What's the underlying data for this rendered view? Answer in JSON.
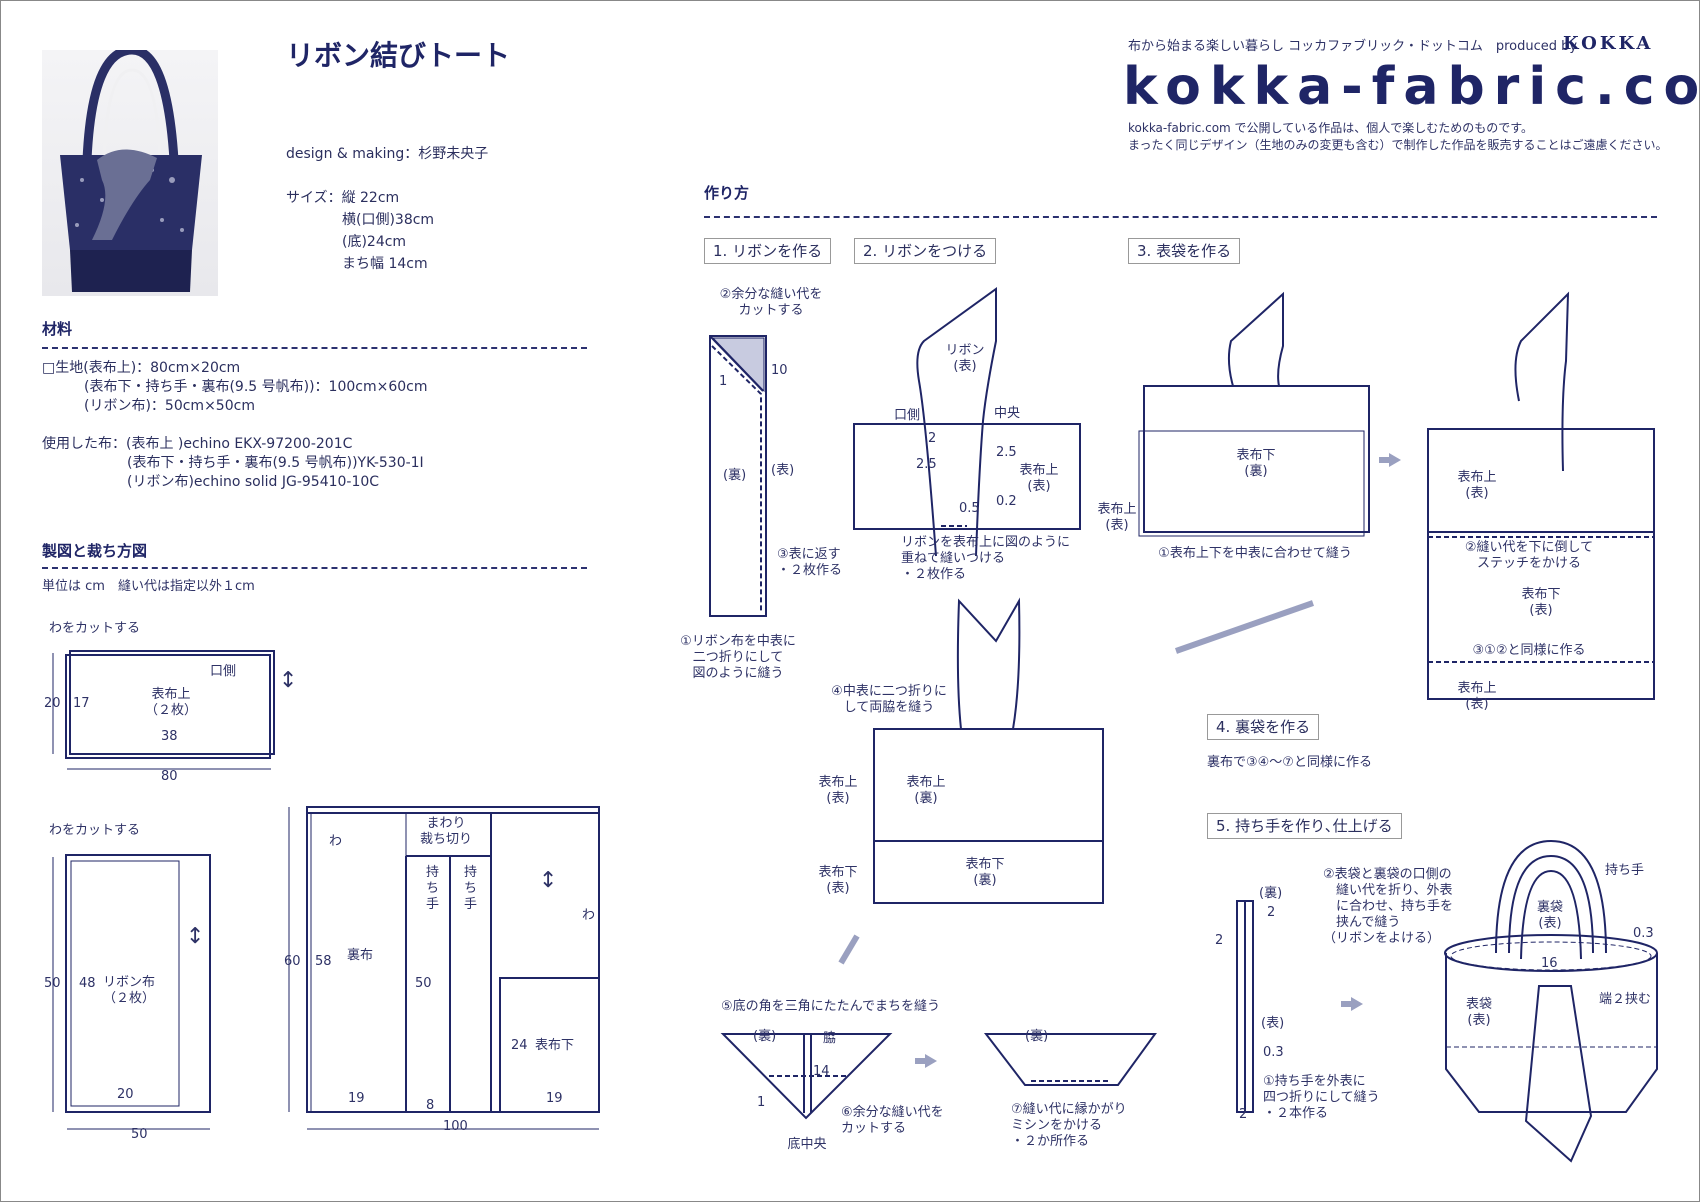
{
  "header": {
    "title": "リボン結びトート",
    "tagline": "布から始まる楽しい暮らし コッカファブリック・ドットコム　produced by",
    "brand": "KOKKA",
    "logo": "kokka-fabric.com",
    "notice_1": "kokka-fabric.com で公開している作品は、個人で楽しむためのものです。",
    "notice_2": "まったく同じデザイン（生地のみの変更も含む）で制作した作品を販売することはご遠慮ください。"
  },
  "info": {
    "design": "design & making：杉野未央子",
    "size_label": "サイズ：縦 22cm",
    "size_2": "横(口側)38cm",
    "size_3": "(底)24cm",
    "size_4": "まち幅 14cm"
  },
  "materials": {
    "heading": "材料",
    "line_1": "□生地(表布上)：80cm×20cm",
    "line_2": "(表布下・持ち手・裏布(9.5 号帆布))：100cm×60cm",
    "line_3": "(リボン布)：50cm×50cm",
    "used_1": "使用した布：(表布上 )echino EKX-97200-201C",
    "used_2": "(表布下・持ち手・裏布(9.5 号帆布))YK-530-1I",
    "used_3": "(リボン布)echino solid JG-95410-10C"
  },
  "pattern": {
    "heading": "製図と裁ち方図",
    "unit_note": "単位は cm　縫い代は指定以外１cm",
    "cut_fold_1": "わをカットする",
    "kuchigawa": "口側",
    "omote_ue": "表布上\n（２枚）",
    "d20": "20",
    "d17": "17",
    "d38": "38",
    "d80": "80",
    "cut_fold_2": "わをカットする",
    "d50a": "50",
    "d48": "48",
    "ribbon": "リボン布\n（２枚）",
    "d20b": "20",
    "d50b": "50",
    "mawari": "まわり\n裁ち切り",
    "d60": "60",
    "d58": "58",
    "urafu": "裏布",
    "wa1": "わ",
    "d50c": "50",
    "mochite_1": "持\nち\n手",
    "mochite_2": "持\nち\n手",
    "wa2": "わ",
    "d24": "24",
    "omote_shita": "表布下",
    "d19a": "19",
    "d8": "8",
    "d19b": "19",
    "d100": "100",
    "arrow": "↕"
  },
  "howto": {
    "heading": "作り方",
    "step1": "1. リボンを作る",
    "step2": "2. リボンをつける",
    "step3": "3. 表袋を作る",
    "step4": "4. 裏袋を作る",
    "step5": "5. 持ち手を作り､仕上げる",
    "s1_cut": "②余分な縫い代を\nカットする",
    "s1_1": "1",
    "s1_10": "10",
    "s1_ura": "(裏)",
    "s1_omote": "(表)",
    "s1_turn": "③表に返す\n・２枚作る",
    "s1_fold": "①リボン布を中表に\n二つ折りにして\n図のように縫う",
    "s2_ribbon": "リボン\n(表)",
    "s2_kuchi": "口側",
    "s2_center": "中央",
    "s2_2": "2",
    "s2_25a": "2.5",
    "s2_25b": "2.5",
    "s2_omote": "表布上\n(表)",
    "s2_02": "0.2",
    "s2_05": "0.5",
    "s2_note": "リボンを表布上に図のように\n重ねて縫いつける\n・２枚作る",
    "s3_shita": "表布下\n(裏)",
    "s3_ue": "表布上\n(表)",
    "s3_note1": "①表布上下を中表に合わせて縫う",
    "s3_ue2": "表布上\n(表)",
    "s3_note2": "②縫い代を下に倒して\nステッチをかける",
    "s3_shita2": "表布下\n(表)",
    "s3_note3": "③①②と同様に作る",
    "s3_ue3": "表布上\n(表)",
    "s3_note4": "④中表に二つ折りに\nして両脇を縫う",
    "s3_a": "表布上\n(表)",
    "s3_b": "表布上\n(裏)",
    "s3_c": "表布下\n(表)",
    "s3_d": "表布下\n(裏)",
    "s3_note5": "⑤底の角を三角にたたんでまちを縫う",
    "s3_ura1": "(裏)",
    "s3_waki": "脇",
    "s3_14": "14",
    "s3_1": "1",
    "s3_note6": "⑥余分な縫い代を\nカットする",
    "s3_bottom": "底中央",
    "s3_ura2": "(裏)",
    "s3_note7": "⑦縫い代に縁かがり\nミシンをかける\n・２か所作る",
    "s4_note": "裏布で③④～⑦と同様に作る",
    "s5_ura": "(裏)",
    "s5_2a": "2",
    "s5_2b": "2",
    "s5_omote": "(表)",
    "s5_03": "0.3",
    "s5_note1": "①持ち手を外表に\n四つ折りにして縫う\n・２本作る",
    "s5_2c": "2",
    "s5_note2": "②表袋と裏袋の口側の\n　縫い代を折り、外表\n　に合わせ、持ち手を\n　挟んで縫う\n（リボンをよける）",
    "s5_handle": "持ち手",
    "s5_urabukuro": "裏袋\n(表)",
    "s5_03b": "0.3",
    "s5_16": "16",
    "s5_hasami": "端２挟む",
    "s5_omotebukuro": "表袋\n(表)"
  },
  "colors": {
    "navy": "#1f2566",
    "arrow": "#9aa0c0"
  }
}
